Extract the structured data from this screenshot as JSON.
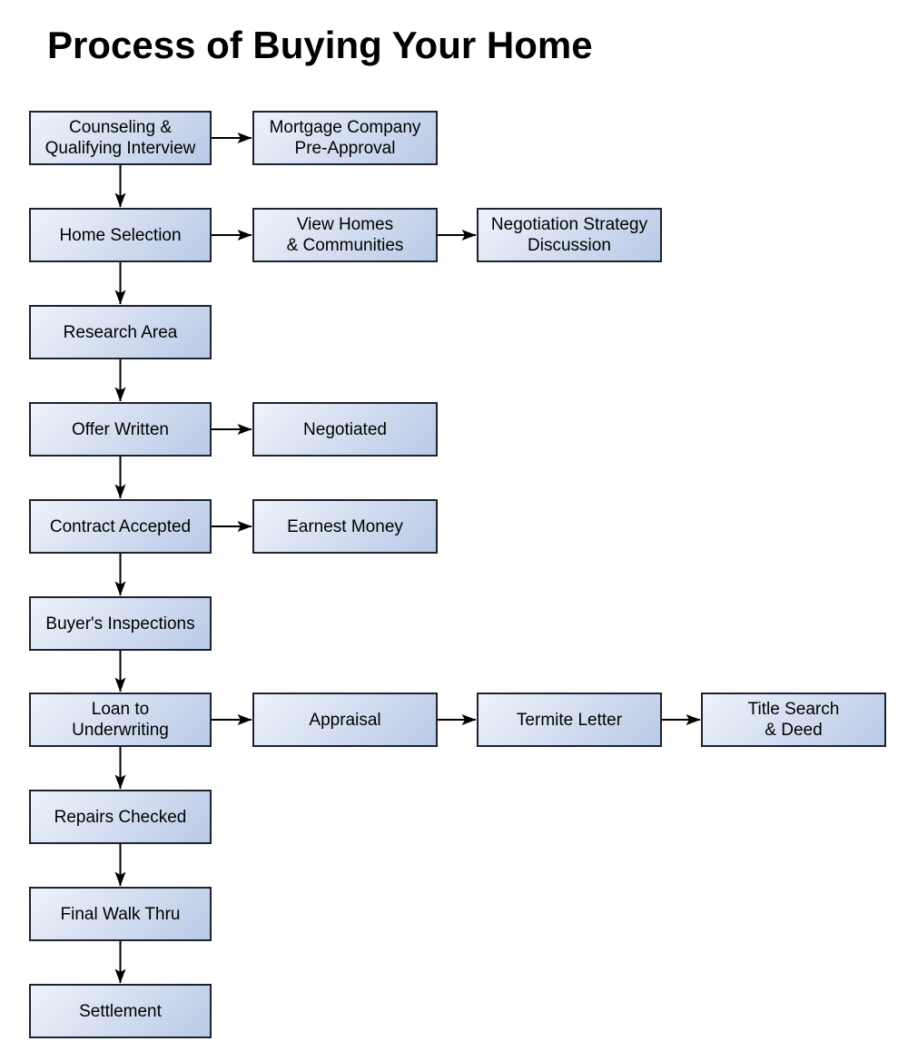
{
  "title": "Process of Buying Your Home",
  "colors": {
    "node_fill_light": "#eef3fb",
    "node_fill_dark": "#b9c9e6",
    "node_border": "#1c2230",
    "arrow": "#000000",
    "background": "#ffffff",
    "title_text": "#000000"
  },
  "nodes": [
    {
      "id": "counseling-qualifying-interview",
      "label": "Counseling &\nQualifying Interview"
    },
    {
      "id": "mortgage-company-pre-approval",
      "label": "Mortgage Company\nPre-Approval"
    },
    {
      "id": "home-selection",
      "label": "Home Selection"
    },
    {
      "id": "view-homes-communities",
      "label": "View Homes\n& Communities"
    },
    {
      "id": "negotiation-strategy-discussion",
      "label": "Negotiation Strategy\nDiscussion"
    },
    {
      "id": "research-area",
      "label": "Research Area"
    },
    {
      "id": "offer-written",
      "label": "Offer Written"
    },
    {
      "id": "negotiated",
      "label": "Negotiated"
    },
    {
      "id": "contract-accepted",
      "label": "Contract Accepted"
    },
    {
      "id": "earnest-money",
      "label": "Earnest Money"
    },
    {
      "id": "buyers-inspections",
      "label": "Buyer's Inspections"
    },
    {
      "id": "loan-to-underwriting",
      "label": "Loan to\nUnderwriting"
    },
    {
      "id": "appraisal",
      "label": "Appraisal"
    },
    {
      "id": "termite-letter",
      "label": "Termite Letter"
    },
    {
      "id": "title-search-deed",
      "label": "Title Search\n& Deed"
    },
    {
      "id": "repairs-checked",
      "label": "Repairs Checked"
    },
    {
      "id": "final-walk-thru",
      "label": "Final Walk Thru"
    },
    {
      "id": "settlement",
      "label": "Settlement"
    }
  ],
  "edges": [
    {
      "from": "counseling-qualifying-interview",
      "to": "mortgage-company-pre-approval"
    },
    {
      "from": "counseling-qualifying-interview",
      "to": "home-selection"
    },
    {
      "from": "home-selection",
      "to": "view-homes-communities"
    },
    {
      "from": "view-homes-communities",
      "to": "negotiation-strategy-discussion"
    },
    {
      "from": "home-selection",
      "to": "research-area"
    },
    {
      "from": "research-area",
      "to": "offer-written"
    },
    {
      "from": "offer-written",
      "to": "negotiated"
    },
    {
      "from": "offer-written",
      "to": "contract-accepted"
    },
    {
      "from": "contract-accepted",
      "to": "earnest-money"
    },
    {
      "from": "contract-accepted",
      "to": "buyers-inspections"
    },
    {
      "from": "buyers-inspections",
      "to": "loan-to-underwriting"
    },
    {
      "from": "loan-to-underwriting",
      "to": "appraisal"
    },
    {
      "from": "appraisal",
      "to": "termite-letter"
    },
    {
      "from": "termite-letter",
      "to": "title-search-deed"
    },
    {
      "from": "loan-to-underwriting",
      "to": "repairs-checked"
    },
    {
      "from": "repairs-checked",
      "to": "final-walk-thru"
    },
    {
      "from": "final-walk-thru",
      "to": "settlement"
    }
  ]
}
